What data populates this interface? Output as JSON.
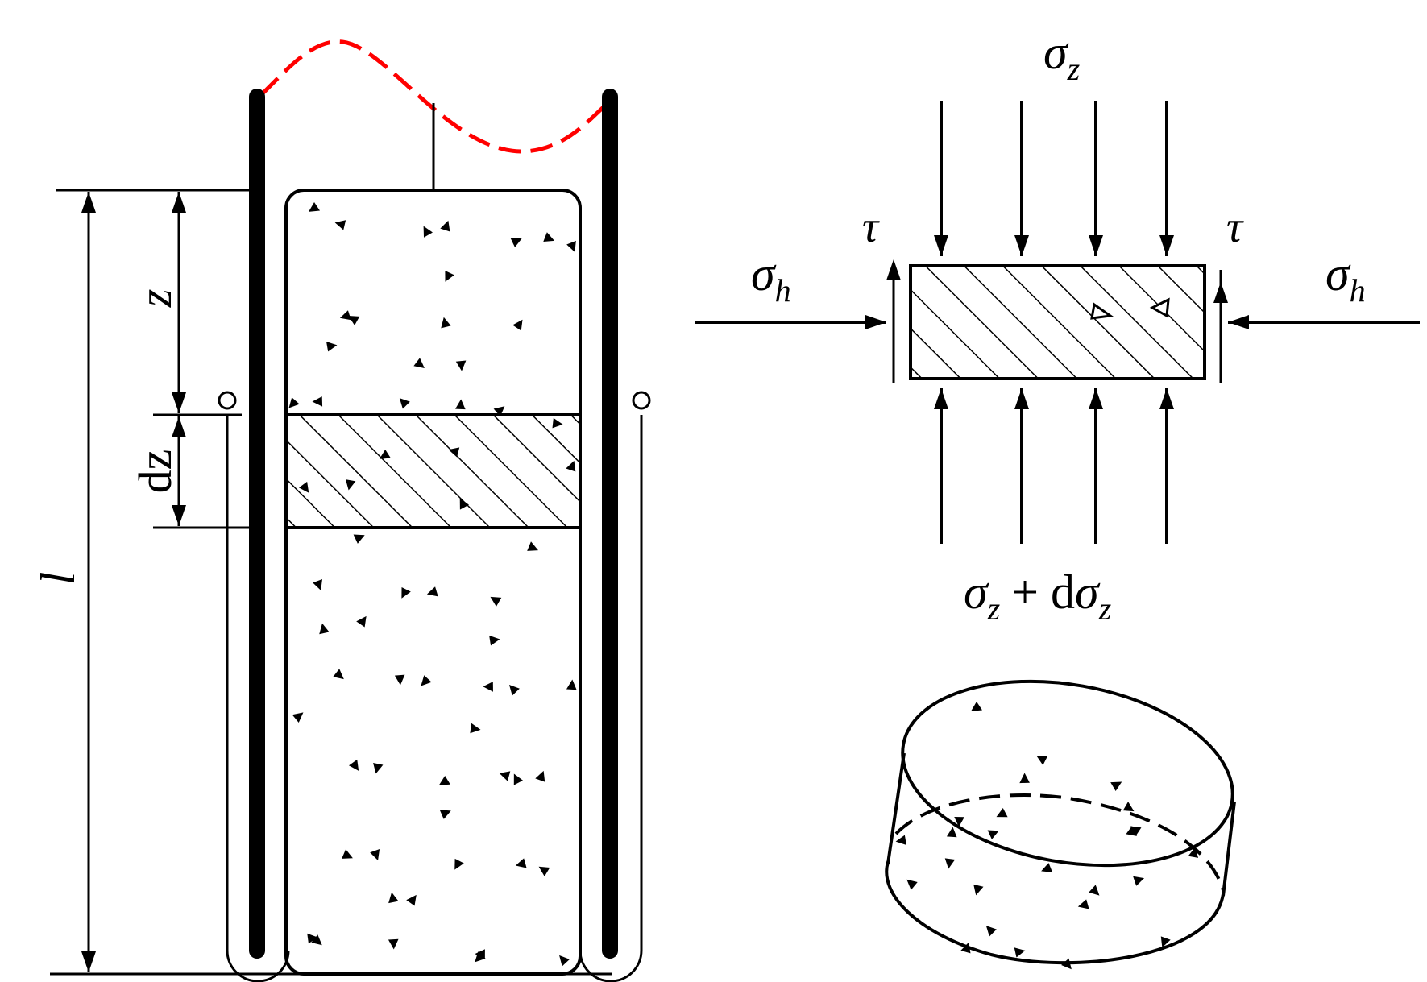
{
  "colors": {
    "line": "#000000",
    "curve": "#ff0000",
    "background": "#ffffff"
  },
  "labels": {
    "l": "l",
    "z": "z",
    "dz": "dz",
    "tau": "τ",
    "sigma": "σ",
    "sub_z": "z",
    "sub_h": "h",
    "plus_d": "+ d"
  }
}
